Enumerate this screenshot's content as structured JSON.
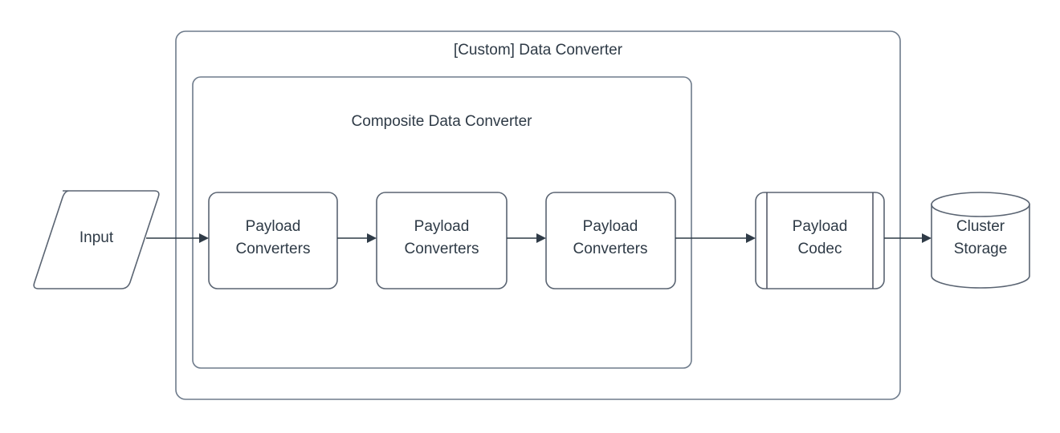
{
  "diagram": {
    "title": "[Custom] Data Converter",
    "background_color": "#ffffff",
    "stroke_color": "#6E7B8B",
    "text_color": "#2E3A46",
    "connector_color": "#2F3B47",
    "containers": [
      {
        "id": "custom-data-converter",
        "label": "[Custom] Data Converter",
        "shape": "rounded-rectangle"
      },
      {
        "id": "composite-data-converter",
        "label": "Composite Data Converter",
        "shape": "rounded-rectangle"
      }
    ],
    "nodes": [
      {
        "id": "input",
        "shape": "parallelogram",
        "label_line1": "Input",
        "label_line2": ""
      },
      {
        "id": "payload-converters-1",
        "shape": "rounded-rectangle",
        "label_line1": "Payload",
        "label_line2": "Converters"
      },
      {
        "id": "payload-converters-2",
        "shape": "rounded-rectangle",
        "label_line1": "Payload",
        "label_line2": "Converters"
      },
      {
        "id": "payload-converters-3",
        "shape": "rounded-rectangle",
        "label_line1": "Payload",
        "label_line2": "Converters"
      },
      {
        "id": "payload-codec",
        "shape": "process",
        "label_line1": "Payload",
        "label_line2": "Codec"
      },
      {
        "id": "cluster-storage",
        "shape": "cylinder",
        "label_line1": "Cluster",
        "label_line2": "Storage"
      }
    ],
    "connectors": [
      {
        "id": "input-to-pc1",
        "from": "input",
        "to": "payload-converters-1",
        "arrow": "single"
      },
      {
        "id": "pc1-to-pc2",
        "from": "payload-converters-1",
        "to": "payload-converters-2",
        "arrow": "single"
      },
      {
        "id": "pc2-to-pc3",
        "from": "payload-converters-2",
        "to": "payload-converters-3",
        "arrow": "single"
      },
      {
        "id": "pc3-to-codec",
        "from": "payload-converters-3",
        "to": "payload-codec",
        "arrow": "single"
      },
      {
        "id": "codec-to-storage",
        "from": "payload-codec",
        "to": "cluster-storage",
        "arrow": "single"
      }
    ]
  }
}
